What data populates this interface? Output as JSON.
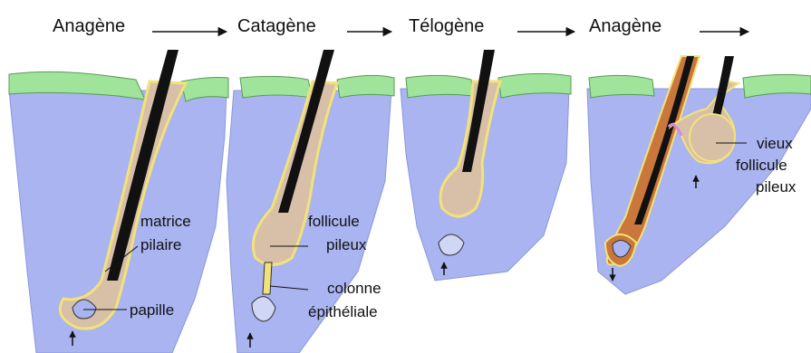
{
  "stages": [
    "Anagène",
    "Catagène",
    "Télogène",
    "Anagène"
  ],
  "labels": {
    "matrice": "matrice",
    "pilaire": "pilaire",
    "papille": "papille",
    "follicule_1": "follicule",
    "pileux_1": "pileux",
    "colonne": "colonne",
    "epitheliale": "épithéliale",
    "vieux": "vieux",
    "follicule_2": "follicule",
    "pileux_2": "pileux"
  },
  "colors": {
    "epidermis": "#9fe49a",
    "dermis": "#a9b4f0",
    "hair_shaft": "#111111",
    "follicle": "#d8bfa8",
    "new_hair": "#c9773a",
    "sheath": "#f2e27a",
    "inner_sheath": "#d58ad8"
  }
}
